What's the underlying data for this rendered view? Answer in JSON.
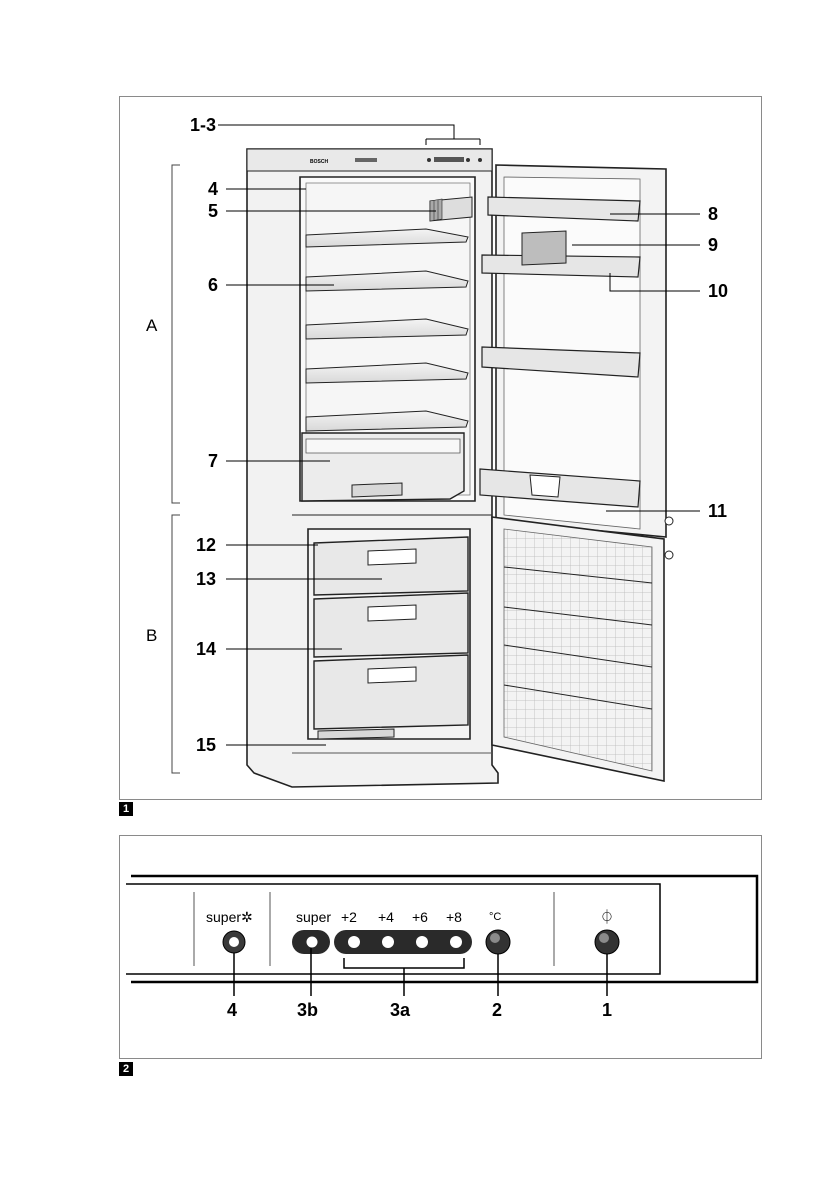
{
  "figure1": {
    "number": "1",
    "callouts": {
      "c1_3": "1-3",
      "c4": "4",
      "c5": "5",
      "c6": "6",
      "c7": "7",
      "c8": "8",
      "c9": "9",
      "c10": "10",
      "c11": "11",
      "c12": "12",
      "c13": "13",
      "c14": "14",
      "c15": "15"
    },
    "sections": {
      "a": "A",
      "b": "B"
    },
    "brand_text": "BOSCH"
  },
  "figure2": {
    "number": "2",
    "panel_labels": {
      "super_freeze": "super✲",
      "super": "super",
      "p2": "+2",
      "p4": "+4",
      "p6": "+6",
      "p8": "+8",
      "celsius": "°C",
      "power": "⏀"
    },
    "callouts": {
      "c4": "4",
      "c3b": "3b",
      "c3a": "3a",
      "c2": "2",
      "c1": "1"
    }
  }
}
